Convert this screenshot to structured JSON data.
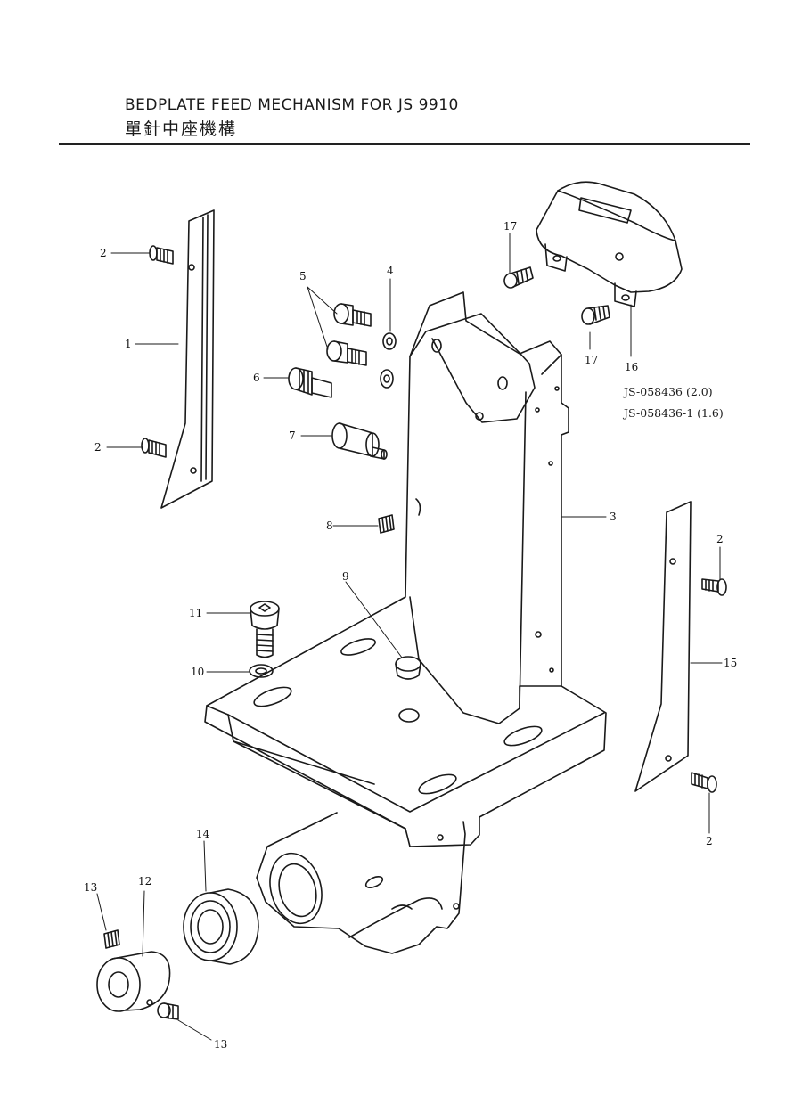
{
  "title": {
    "english": "BEDPLATE FEED MECHANISM FOR JS 9910",
    "chinese": "單針中座機構"
  },
  "part_codes": [
    "JS-058436 (2.0)",
    "JS-058436-1 (1.6)"
  ],
  "callouts": {
    "c1": "1",
    "c2a": "2",
    "c2b": "2",
    "c2c": "2",
    "c2d": "2",
    "c3": "3",
    "c4": "4",
    "c5": "5",
    "c6": "6",
    "c7": "7",
    "c8": "8",
    "c9": "9",
    "c10": "10",
    "c11": "11",
    "c12": "12",
    "c13a": "13",
    "c13b": "13",
    "c14": "14",
    "c15": "15",
    "c16": "16",
    "c17a": "17",
    "c17b": "17"
  }
}
